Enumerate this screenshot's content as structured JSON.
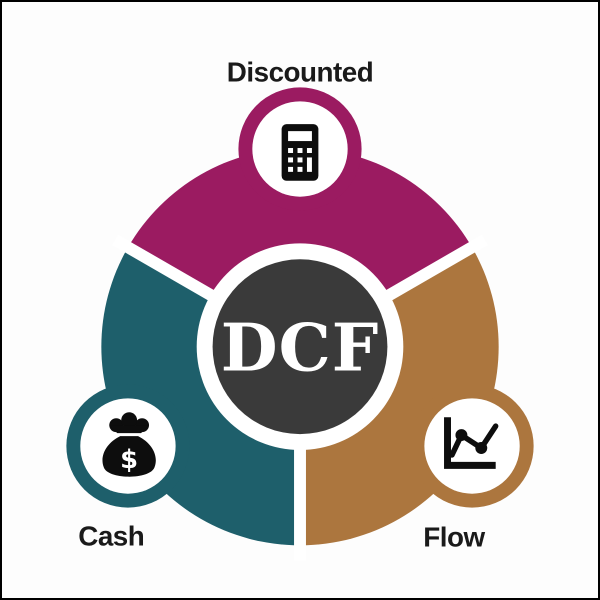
{
  "frame": {
    "background": "#FDFDFD",
    "border_color": "#000000"
  },
  "diagram": {
    "acronym": "DCF",
    "center_color": "#3A3A3A",
    "center_text_color": "#FFFFFF",
    "icon_color": "#0D0D0D",
    "label_color": "#1A1A1A",
    "gap_color": "#FFFFFF",
    "money_symbol": "$",
    "segments": [
      {
        "id": "discounted",
        "label": "Discounted",
        "color": "#9B1B61",
        "icon": "calculator-icon",
        "position": "top"
      },
      {
        "id": "cash",
        "label": "Cash",
        "color": "#1E5F6B",
        "icon": "money-bag-icon",
        "position": "bottom-left"
      },
      {
        "id": "flow",
        "label": "Flow",
        "color": "#AC763E",
        "icon": "line-chart-icon",
        "position": "bottom-right"
      }
    ]
  }
}
